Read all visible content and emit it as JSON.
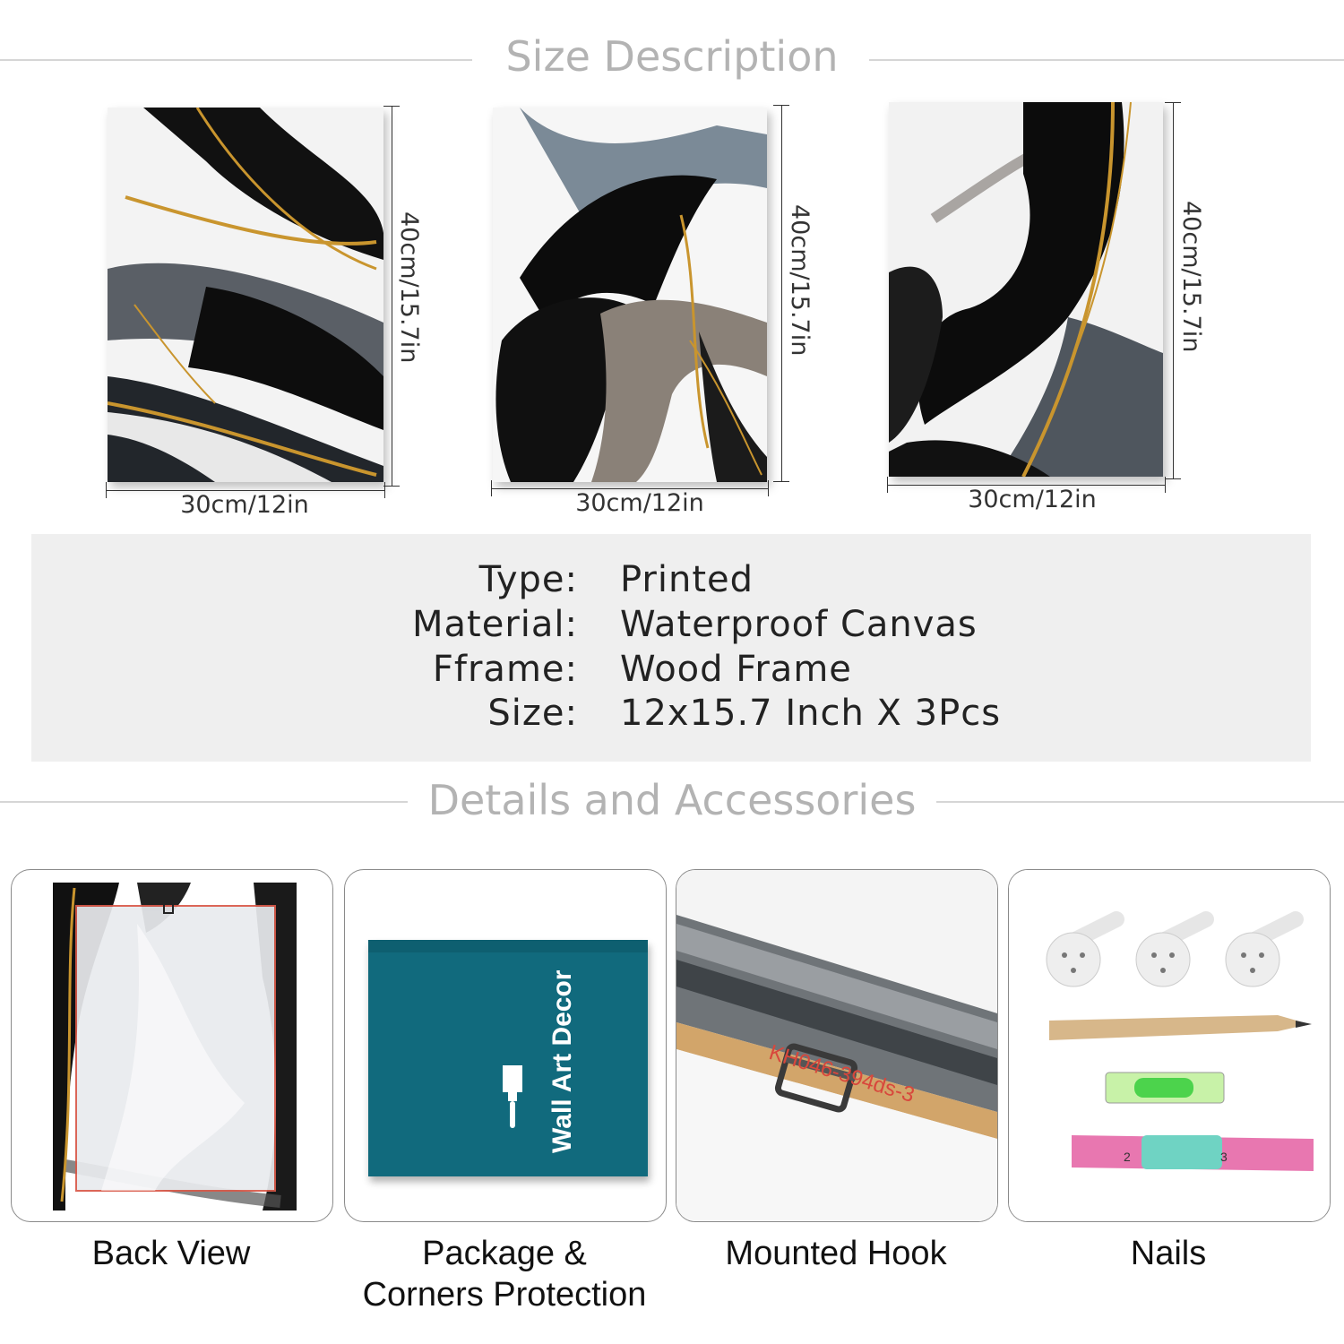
{
  "sections": {
    "size_title": "Size Description",
    "details_title": "Details and Accessories"
  },
  "paintings": [
    {
      "width_label": "30cm/12in",
      "height_label": "40cm/15.7in"
    },
    {
      "width_label": "30cm/12in",
      "height_label": "40cm/15.7in"
    },
    {
      "width_label": "30cm/12in",
      "height_label": "40cm/15.7in"
    }
  ],
  "specs": [
    {
      "key": "Type:",
      "value": "Printed"
    },
    {
      "key": "Material:",
      "value": "Waterproof Canvas"
    },
    {
      "key": "Fframe:",
      "value": "Wood Frame"
    },
    {
      "key": "Size:",
      "value": "12x15.7 Inch X 3Pcs"
    }
  ],
  "accessories": [
    {
      "label": "Back View",
      "icon": "canvas-back-image"
    },
    {
      "label_line1": "Package &",
      "label_line2": "Corners Protection",
      "icon": "package-box-image",
      "box_text": "Wall Art Decor"
    },
    {
      "label": "Mounted Hook",
      "icon": "sawtooth-hook-image",
      "code_text": "KH046-394ds-3"
    },
    {
      "label": "Nails",
      "icon": "nails-kit-image",
      "ruler_marks": [
        "2",
        "3"
      ]
    }
  ],
  "colors": {
    "rule": "#d6d6d6",
    "section_title": "#b3b3b3",
    "spec_bg": "#efefef",
    "package_teal": "#116a7d",
    "gold": "#c9952e"
  }
}
